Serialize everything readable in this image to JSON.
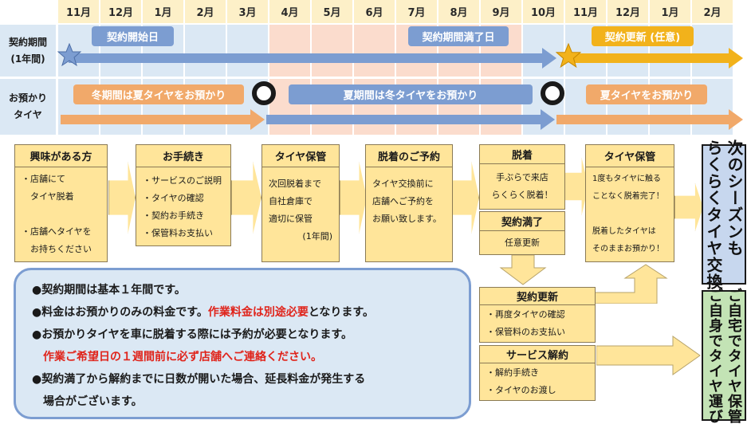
{
  "timeline": {
    "months": [
      "11月",
      "12月",
      "1月",
      "2月",
      "3月",
      "4月",
      "5月",
      "6月",
      "7月",
      "8月",
      "9月",
      "10月",
      "11月",
      "12月",
      "1月",
      "2月"
    ]
  },
  "rows": {
    "contract_label_1": "契約期間",
    "contract_label_2": "(1年間)",
    "tire_label_1": "お預かり",
    "tire_label_2": "タイヤ"
  },
  "contract": {
    "start": "契約開始日",
    "end": "契約期間満了日",
    "renew": "契約更新 (任意)"
  },
  "tire": {
    "winter": "冬期間は夏タイヤをお預かり",
    "summer": "夏期間は冬タイヤをお預かり",
    "next": "夏タイヤをお預かり"
  },
  "flow": {
    "interest": {
      "title": "興味がある方",
      "lines": [
        "・店舗にて",
        "　タイヤ脱着",
        "",
        "・店舗へタイヤを",
        "　お持ちください"
      ]
    },
    "procedure": {
      "title": "お手続き",
      "lines": [
        "・サービスのご説明",
        "・タイヤの確認",
        "・契約お手続き",
        "・保管料お支払い"
      ]
    },
    "storage": {
      "title": "タイヤ保管",
      "lines": [
        "次回脱着まで",
        "自社倉庫で",
        "適切に保管"
      ],
      "note": "(1年間)"
    },
    "reserve": {
      "title": "脱着のご予約",
      "lines": [
        "タイヤ交換前に",
        "店舗へご予約を",
        "お願い致します。"
      ]
    },
    "swap": {
      "title": "脱着",
      "lines": [
        "手ぶらで来店",
        "らくらく脱着！"
      ]
    },
    "expire": {
      "title": "契約満了",
      "lines": [
        "任意更新"
      ]
    },
    "storage2": {
      "title": "タイヤ保管",
      "lines": [
        "1度もタイヤに触る",
        "ことなく脱着完了！",
        "",
        "脱着したタイヤは",
        "そのままお預かり！"
      ]
    },
    "renew": {
      "title": "契約更新",
      "lines": [
        "・再度タイヤの確認",
        "・保管料のお支払い"
      ]
    },
    "cancel": {
      "title": "サービス解約",
      "lines": [
        "・解約手続き",
        "・タイヤのお渡し"
      ]
    },
    "next_season": "次のシーズンも\nらくらくタイヤ交換",
    "self": "ご自宅でタイヤ保管\nご自身でタイヤ運び"
  },
  "notes": {
    "n1": "●契約期間は基本１年間です。",
    "n2a": "●料金はお預かりのみの料金です。",
    "n2b": "作業料金は別途必要",
    "n2c": "となります。",
    "n3": "●お預かりタイヤを車に脱着する際には予約が必要となります。",
    "n4": "作業ご希望日の１週間前に必ず店舗へご連絡ください。",
    "n5": "●契約満了から解約までに日数が開いた場合、延長料金が発生する",
    "n6": "場合がございます。"
  },
  "colors": {
    "blue": "#7c9dd1",
    "orange": "#f1a96a",
    "gold": "#f2b21b",
    "yellow": "#ffe59a",
    "band_blue": "#dbe8f4",
    "band_pink": "#fbdccd",
    "red": "#e0241b"
  }
}
